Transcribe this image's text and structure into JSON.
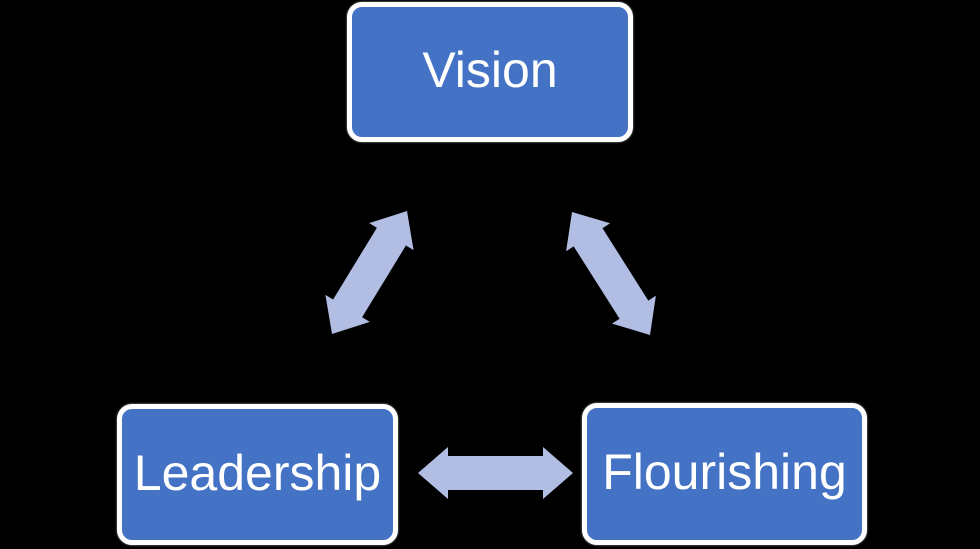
{
  "diagram": {
    "title": "Vision Leadership Flourishing cycle diagram",
    "background_color": "#000000",
    "colors": {
      "node_fill": "#4472C4",
      "node_border": "#FFFFFF",
      "node_text": "#FFFFFF",
      "arrow": "#B1BDE2"
    },
    "nodes": [
      {
        "id": "vision",
        "label": "Vision",
        "position": "top-center"
      },
      {
        "id": "leadership",
        "label": "Leadership",
        "position": "bottom-left"
      },
      {
        "id": "flourishing",
        "label": "Flourishing",
        "position": "bottom-right"
      }
    ],
    "connectors": [
      {
        "from": "vision",
        "to": "leadership",
        "type": "double-headed-arrow"
      },
      {
        "from": "vision",
        "to": "flourishing",
        "type": "double-headed-arrow"
      },
      {
        "from": "leadership",
        "to": "flourishing",
        "type": "double-headed-arrow"
      }
    ]
  }
}
